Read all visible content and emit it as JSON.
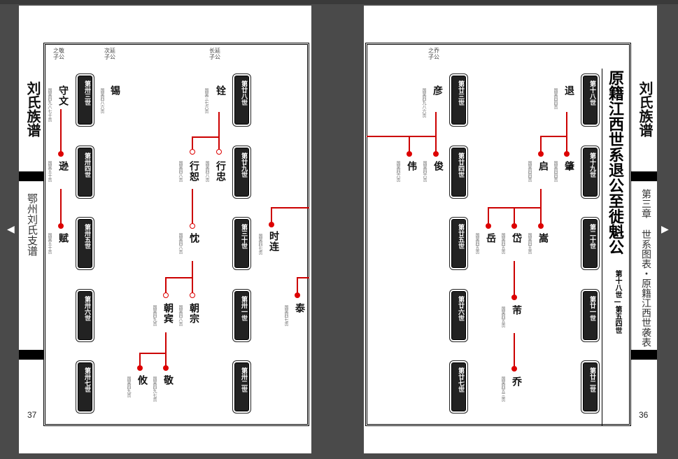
{
  "left_page": {
    "side_title": "刘氏族谱",
    "side_subtitle": "鄂州刘氏支谱",
    "page_number": "37",
    "headers": [
      {
        "text": "之敬\n子公"
      },
      {
        "text": "次延\n子公"
      },
      {
        "text": "长延\n子公"
      }
    ],
    "generations_left": [
      "第卅三世",
      "第卅四世",
      "第卅五世",
      "第卅六世",
      "第卅七世"
    ],
    "generations_right": [
      "第廿八世",
      "第廿九世",
      "第三十世",
      "第卅一世",
      "第卅二世"
    ],
    "persons": [
      {
        "name": "守文",
        "note": "国昊四九八七十贡"
      },
      {
        "name": "锡",
        "note": "国昊四八六贡"
      },
      {
        "name": "铨",
        "note": "国昊三七六贡"
      },
      {
        "name": "逊",
        "note": "国昊五十贡"
      },
      {
        "name": "行恕",
        "note": "国昊四八贡"
      },
      {
        "name": "行忠",
        "note": "国昊四八贡"
      },
      {
        "name": "赋",
        "note": "国昊五十贡"
      },
      {
        "name": "忱",
        "note": "国昊四八贡"
      },
      {
        "name": "时连",
        "note": "国昊四七贡"
      },
      {
        "name": "朝宾",
        "note": "国昊四九贡"
      },
      {
        "name": "朝宗",
        "note": "国昊四八贡"
      },
      {
        "name": "泰",
        "note": "国昊四七贡"
      },
      {
        "name": "攸",
        "note": "国昊四九贡"
      },
      {
        "name": "敬",
        "note": "国昊四九七贡"
      }
    ]
  },
  "right_page": {
    "side_title": "刘氏族谱",
    "side_subtitle": "第三章 世系图表・原籍江西世袭表",
    "page_number": "36",
    "big_title": "原籍江西世系退公至徙魁公",
    "range_text": "第十八世—第五四世",
    "headers": [
      {
        "text": "之乔\n子公"
      }
    ],
    "generations_left": [
      "第廿三世",
      "第廿四世",
      "第廿五世",
      "第廿六世",
      "第廿七世"
    ],
    "generations_right": [
      "第十八世",
      "第十九世",
      "第二十世",
      "第廿一世",
      "第廿二世"
    ],
    "persons": [
      {
        "name": "彦",
        "note": "国昊四九八六贡"
      },
      {
        "name": "退",
        "note": "国昊四四贡"
      },
      {
        "name": "伟",
        "note": "国昊四六贡"
      },
      {
        "name": "俊",
        "note": "国昊四六贡"
      },
      {
        "name": "启",
        "note": "国昊四四贡"
      },
      {
        "name": "肇",
        "note": "国昊四四贡"
      },
      {
        "name": "岳",
        "note": "国昊四五贡"
      },
      {
        "name": "岱",
        "note": "国昊四五贡"
      },
      {
        "name": "嵩",
        "note": "国昊四五贡"
      },
      {
        "name": "芾",
        "note": "国昊四五贡"
      },
      {
        "name": "乔",
        "note": "国昊四五三贡"
      }
    ]
  },
  "nav": {
    "prev": "◀",
    "next": "▶"
  },
  "colors": {
    "line": "#cc0000",
    "box": "#222222"
  }
}
